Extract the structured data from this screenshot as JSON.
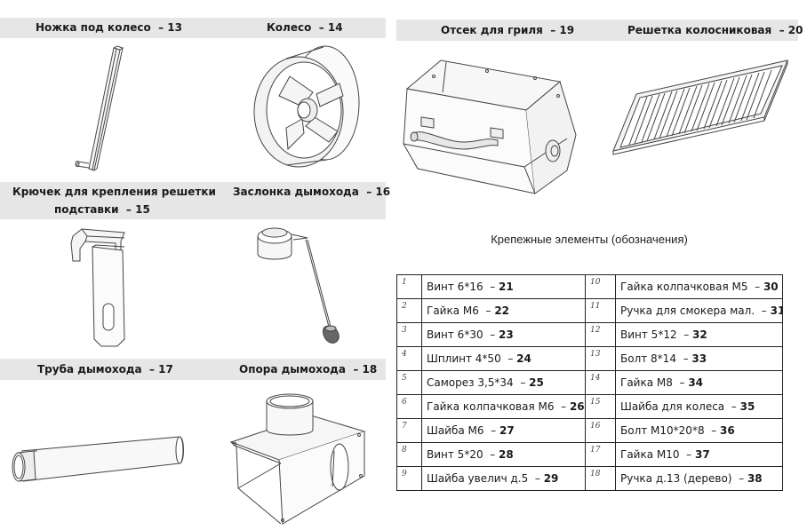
{
  "parts": [
    {
      "id": "wheel-leg",
      "name": "Ножка под колесо",
      "code": "13"
    },
    {
      "id": "wheel",
      "name": "Колесо",
      "code": "14"
    },
    {
      "id": "grill-box",
      "name": "Отсек для гриля",
      "code": "19"
    },
    {
      "id": "grate",
      "name": "Решетка колосниковая",
      "code": "20"
    },
    {
      "id": "hook",
      "name_line1": "Крючек для крепления решетки",
      "name_line2": "подставки",
      "code": "15"
    },
    {
      "id": "damper",
      "name": "Заслонка дымохода",
      "code": "16"
    },
    {
      "id": "pipe",
      "name": "Труба дымохода",
      "code": "17"
    },
    {
      "id": "support",
      "name": "Опора дымохода",
      "code": "18"
    }
  ],
  "fasteners": {
    "title": "Крепежные элементы (обозначения)",
    "rows": [
      [
        {
          "num": "1",
          "name": "Винт 6*16",
          "code": "21"
        },
        {
          "num": "10",
          "name": "Гайка колпачковая М5",
          "code": "30"
        }
      ],
      [
        {
          "num": "2",
          "name": "Гайка М6",
          "code": "22"
        },
        {
          "num": "11",
          "name": "Ручка для смокера мал.",
          "code": "31"
        }
      ],
      [
        {
          "num": "3",
          "name": "Винт 6*30",
          "code": "23"
        },
        {
          "num": "12",
          "name": "Винт 5*12",
          "code": "32"
        }
      ],
      [
        {
          "num": "4",
          "name": "Шплинт 4*50",
          "code": "24"
        },
        {
          "num": "13",
          "name": "Болт 8*14",
          "code": "33"
        }
      ],
      [
        {
          "num": "5",
          "name": "Саморез 3,5*34",
          "code": "25"
        },
        {
          "num": "14",
          "name": "Гайка М8",
          "code": "34"
        }
      ],
      [
        {
          "num": "6",
          "name": "Гайка колпачковая М6",
          "code": "26"
        },
        {
          "num": "15",
          "name": "Шайба для колеса",
          "code": "35"
        }
      ],
      [
        {
          "num": "7",
          "name": "Шайба М6",
          "code": "27"
        },
        {
          "num": "16",
          "name": "Болт М10*20*8",
          "code": "36"
        }
      ],
      [
        {
          "num": "8",
          "name": "Винт 5*20",
          "code": "28"
        },
        {
          "num": "17",
          "name": "Гайка М10",
          "code": "37"
        }
      ],
      [
        {
          "num": "9",
          "name": "Шайба увелич д.5",
          "code": "29"
        },
        {
          "num": "18",
          "name": "Ручка д.13 (дерево)",
          "code": "38"
        }
      ]
    ]
  }
}
